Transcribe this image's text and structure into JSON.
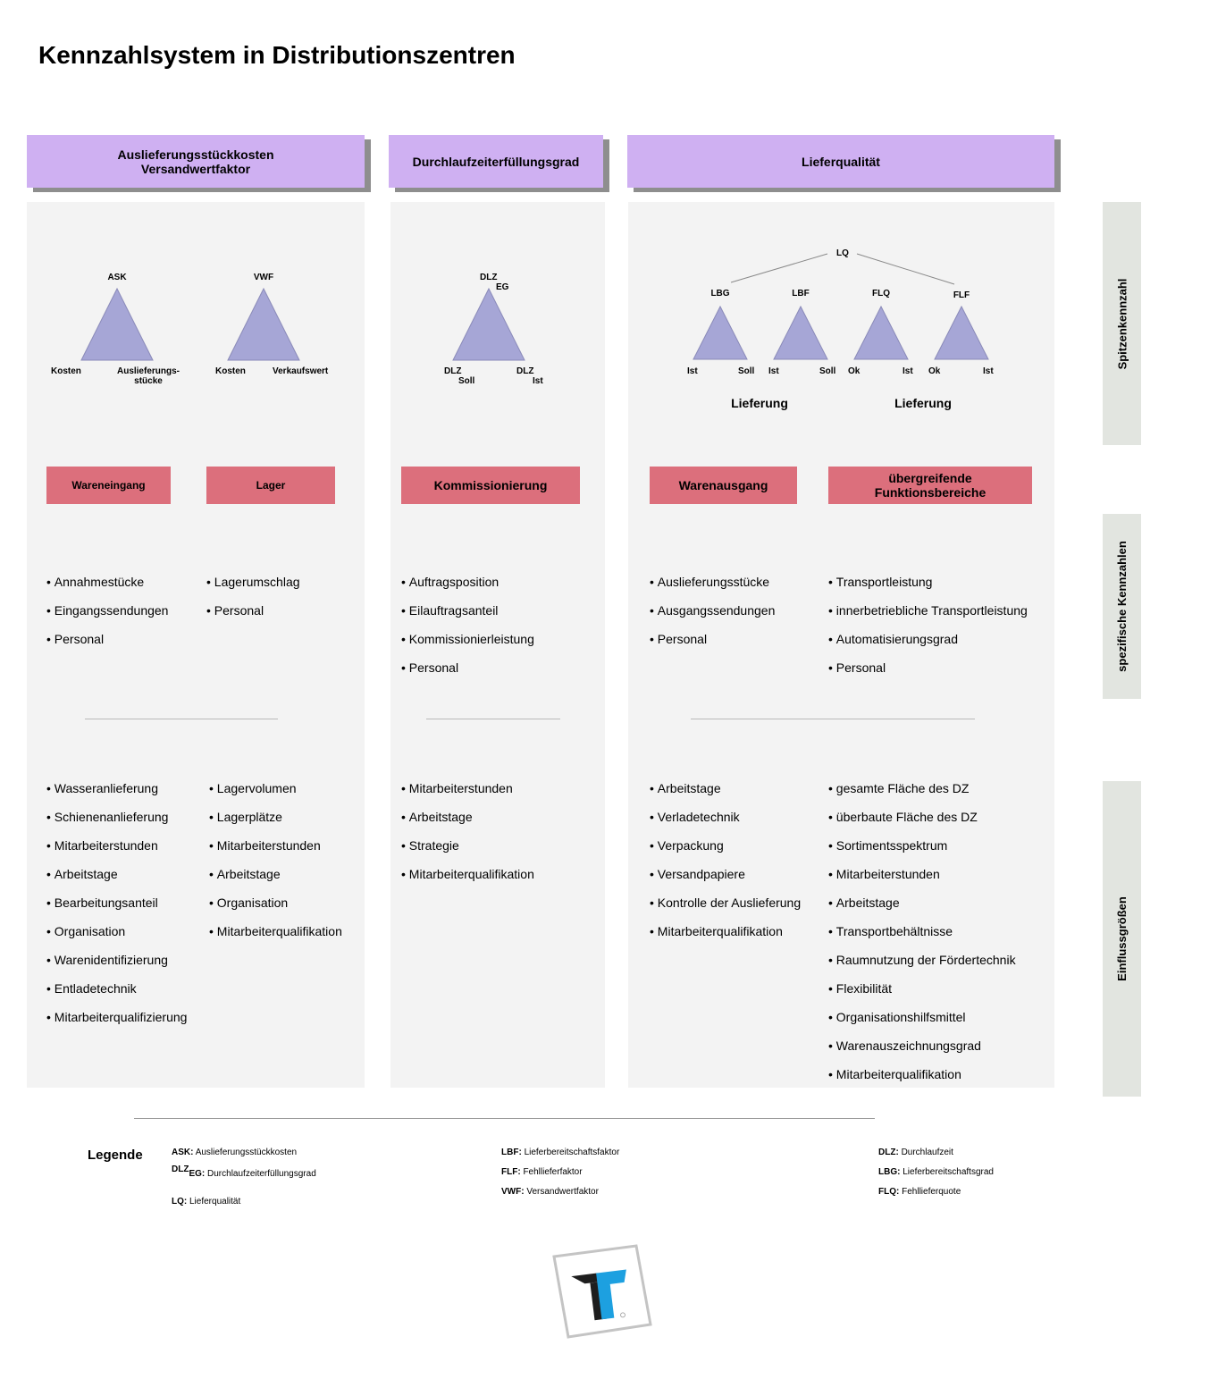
{
  "title": "Kennzahlsystem in Distributionszentren",
  "headers": {
    "col1": "Auslieferungsstückkosten\nVersandwertfaktor",
    "col2": "Durchlaufzeiterfüllungsgrad",
    "col3": "Lieferqualität"
  },
  "side_labels": {
    "top": "Spitzenkennzahl",
    "middle": "spezifische Kennzahlen",
    "bottom": "Einflussgrößen"
  },
  "triangles": {
    "ask": {
      "top": "ASK",
      "left": "Kosten",
      "right": "Auslieferungs-\nstücke"
    },
    "vwf": {
      "top": "VWF",
      "left": "Kosten",
      "right": "Verkaufswert"
    },
    "dlzeg": {
      "top_main": "DLZ",
      "top_sub": "EG",
      "left_main": "DLZ",
      "left_sub": "Soll",
      "right_main": "DLZ",
      "right_sub": "Ist"
    },
    "lq": {
      "root": "LQ"
    },
    "lbg": {
      "top": "LBG",
      "left": "Ist",
      "right": "Soll"
    },
    "lbf": {
      "top": "LBF",
      "left": "Ist",
      "right": "Soll"
    },
    "flq": {
      "top": "FLQ",
      "left": "Ok",
      "right": "Ist"
    },
    "flf": {
      "top": "FLF",
      "left": "Ok",
      "right": "Ist"
    },
    "lieferung_left": "Lieferung",
    "lieferung_right": "Lieferung"
  },
  "functions": {
    "wareneingang": "Wareneingang",
    "lager": "Lager",
    "kommissionierung": "Kommissionierung",
    "warenausgang": "Warenausgang",
    "uebergreifend": "übergreifende\nFunktionsbereiche"
  },
  "kennzahlen": {
    "wareneingang": [
      "Annahmestücke",
      "Eingangssendungen",
      "Personal"
    ],
    "lager": [
      "Lagerumschlag",
      "Personal"
    ],
    "kommissionierung": [
      "Auftragsposition",
      "Eilauftragsanteil",
      "Kommissionierleistung",
      "Personal"
    ],
    "warenausgang": [
      "Auslieferungsstücke",
      "Ausgangssendungen",
      "Personal"
    ],
    "uebergreifend": [
      "Transportleistung",
      "innerbetriebliche Transportleistung",
      "Automatisierungsgrad",
      "Personal"
    ]
  },
  "einflussgroessen": {
    "wareneingang": [
      "Wasseranlieferung",
      "Schienenanlieferung",
      "Mitarbeiterstunden",
      "Arbeitstage",
      "Bearbeitungsanteil",
      "Organisation",
      "Warenidentifizierung",
      "Entladetechnik",
      "Mitarbeiterqualifizierung"
    ],
    "lager": [
      "Lagervolumen",
      "Lagerplätze",
      "Mitarbeiterstunden",
      "Arbeitstage",
      "Organisation",
      "Mitarbeiterqualifikation"
    ],
    "kommissionierung": [
      "Mitarbeiterstunden",
      "Arbeitstage",
      "Strategie",
      "Mitarbeiterqualifikation"
    ],
    "warenausgang": [
      "Arbeitstage",
      "Verladetechnik",
      "Verpackung",
      "Versandpapiere",
      "Kontrolle der Auslieferung",
      "Mitarbeiterqualifikation"
    ],
    "uebergreifend": [
      "gesamte Fläche des DZ",
      "überbaute Fläche des DZ",
      "Sortimentsspektrum",
      "Mitarbeiterstunden",
      "Arbeitstage",
      "Transportbehältnisse",
      "Raumnutzung der Fördertechnik",
      "Flexibilität",
      "Organisationshilfsmittel",
      "Warenauszeichnungsgrad",
      "Mitarbeiterqualifikation"
    ]
  },
  "legend": {
    "title": "Legende",
    "ask_key": "ASK:",
    "ask_val": "Auslieferungsstückkosten",
    "dlzeg_key_main": "DLZ",
    "dlzeg_key_sub": "EG:",
    "dlzeg_val": "Durchlaufzeiterfüllungsgrad",
    "lq_key": "LQ:",
    "lq_val": "Lieferqualität",
    "lbf_key": "LBF:",
    "lbf_val": "Lieferbereitschaftsfaktor",
    "flf_key": "FLF:",
    "flf_val": "Fehllieferfaktor",
    "vwf_key": "VWF:",
    "vwf_val": "Versandwertfaktor",
    "dlz_key": "DLZ:",
    "dlz_val": "Durchlaufzeit",
    "lbg_key": "LBG:",
    "lbg_val": "Lieferbereitschaftsgrad",
    "flq_key": "FLQ:",
    "flq_val": "Fehllieferquote"
  },
  "colors": {
    "header": "#cfb0f2",
    "function": "#dc6f7c",
    "triangle": "#a6a6d6",
    "panel": "#f3f3f3",
    "side": "#e2e5e0",
    "logo_blue": "#1da0e0"
  },
  "logo": {
    "icon": "company-logo-icon"
  }
}
